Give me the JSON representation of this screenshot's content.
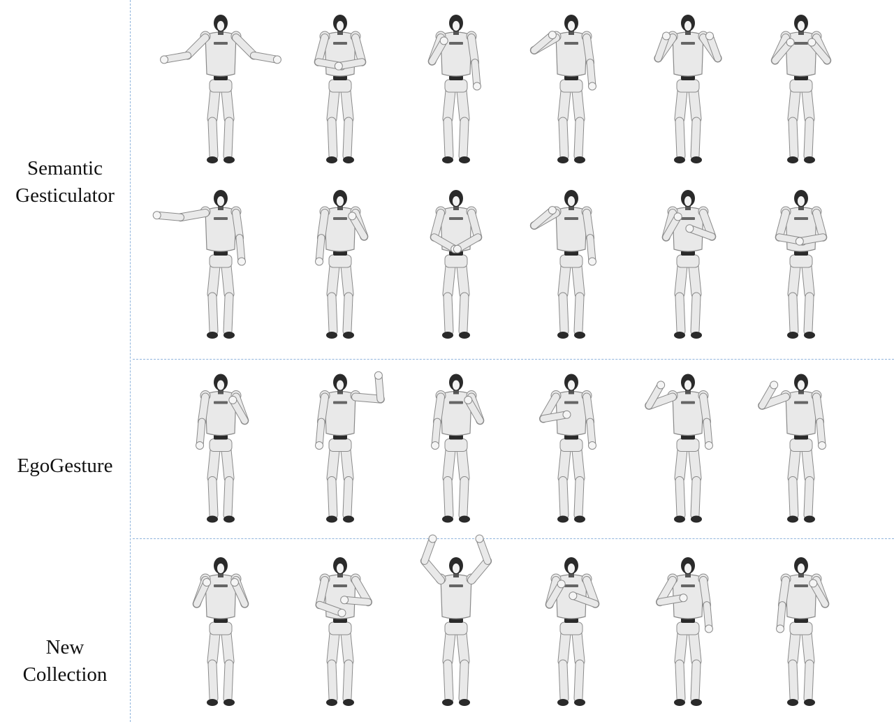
{
  "rows": [
    {
      "label_lines": [
        "Semantic",
        "Gesticulator"
      ],
      "poses": [
        "open",
        "fists",
        "phone",
        "salute",
        "hands-up",
        "fists-up",
        "point-side",
        "face-right",
        "clasp",
        "salute",
        "face-cross",
        "fists"
      ]
    },
    {
      "label_lines": [
        "EgoGesture"
      ],
      "poses": [
        "face-right",
        "wave",
        "face-right",
        "arm-over",
        "point-up-left",
        "point-up-left"
      ]
    },
    {
      "label_lines": [
        "New",
        "Collection"
      ],
      "poses": [
        "cross",
        "arm-across",
        "heart",
        "face-cross",
        "arm-over",
        "face-right"
      ]
    }
  ],
  "colors": {
    "separator": "#8fb4dc",
    "robot_body": "#e9e9e9",
    "robot_dark": "#2a2a2a",
    "robot_outline": "#8a8a8a"
  }
}
